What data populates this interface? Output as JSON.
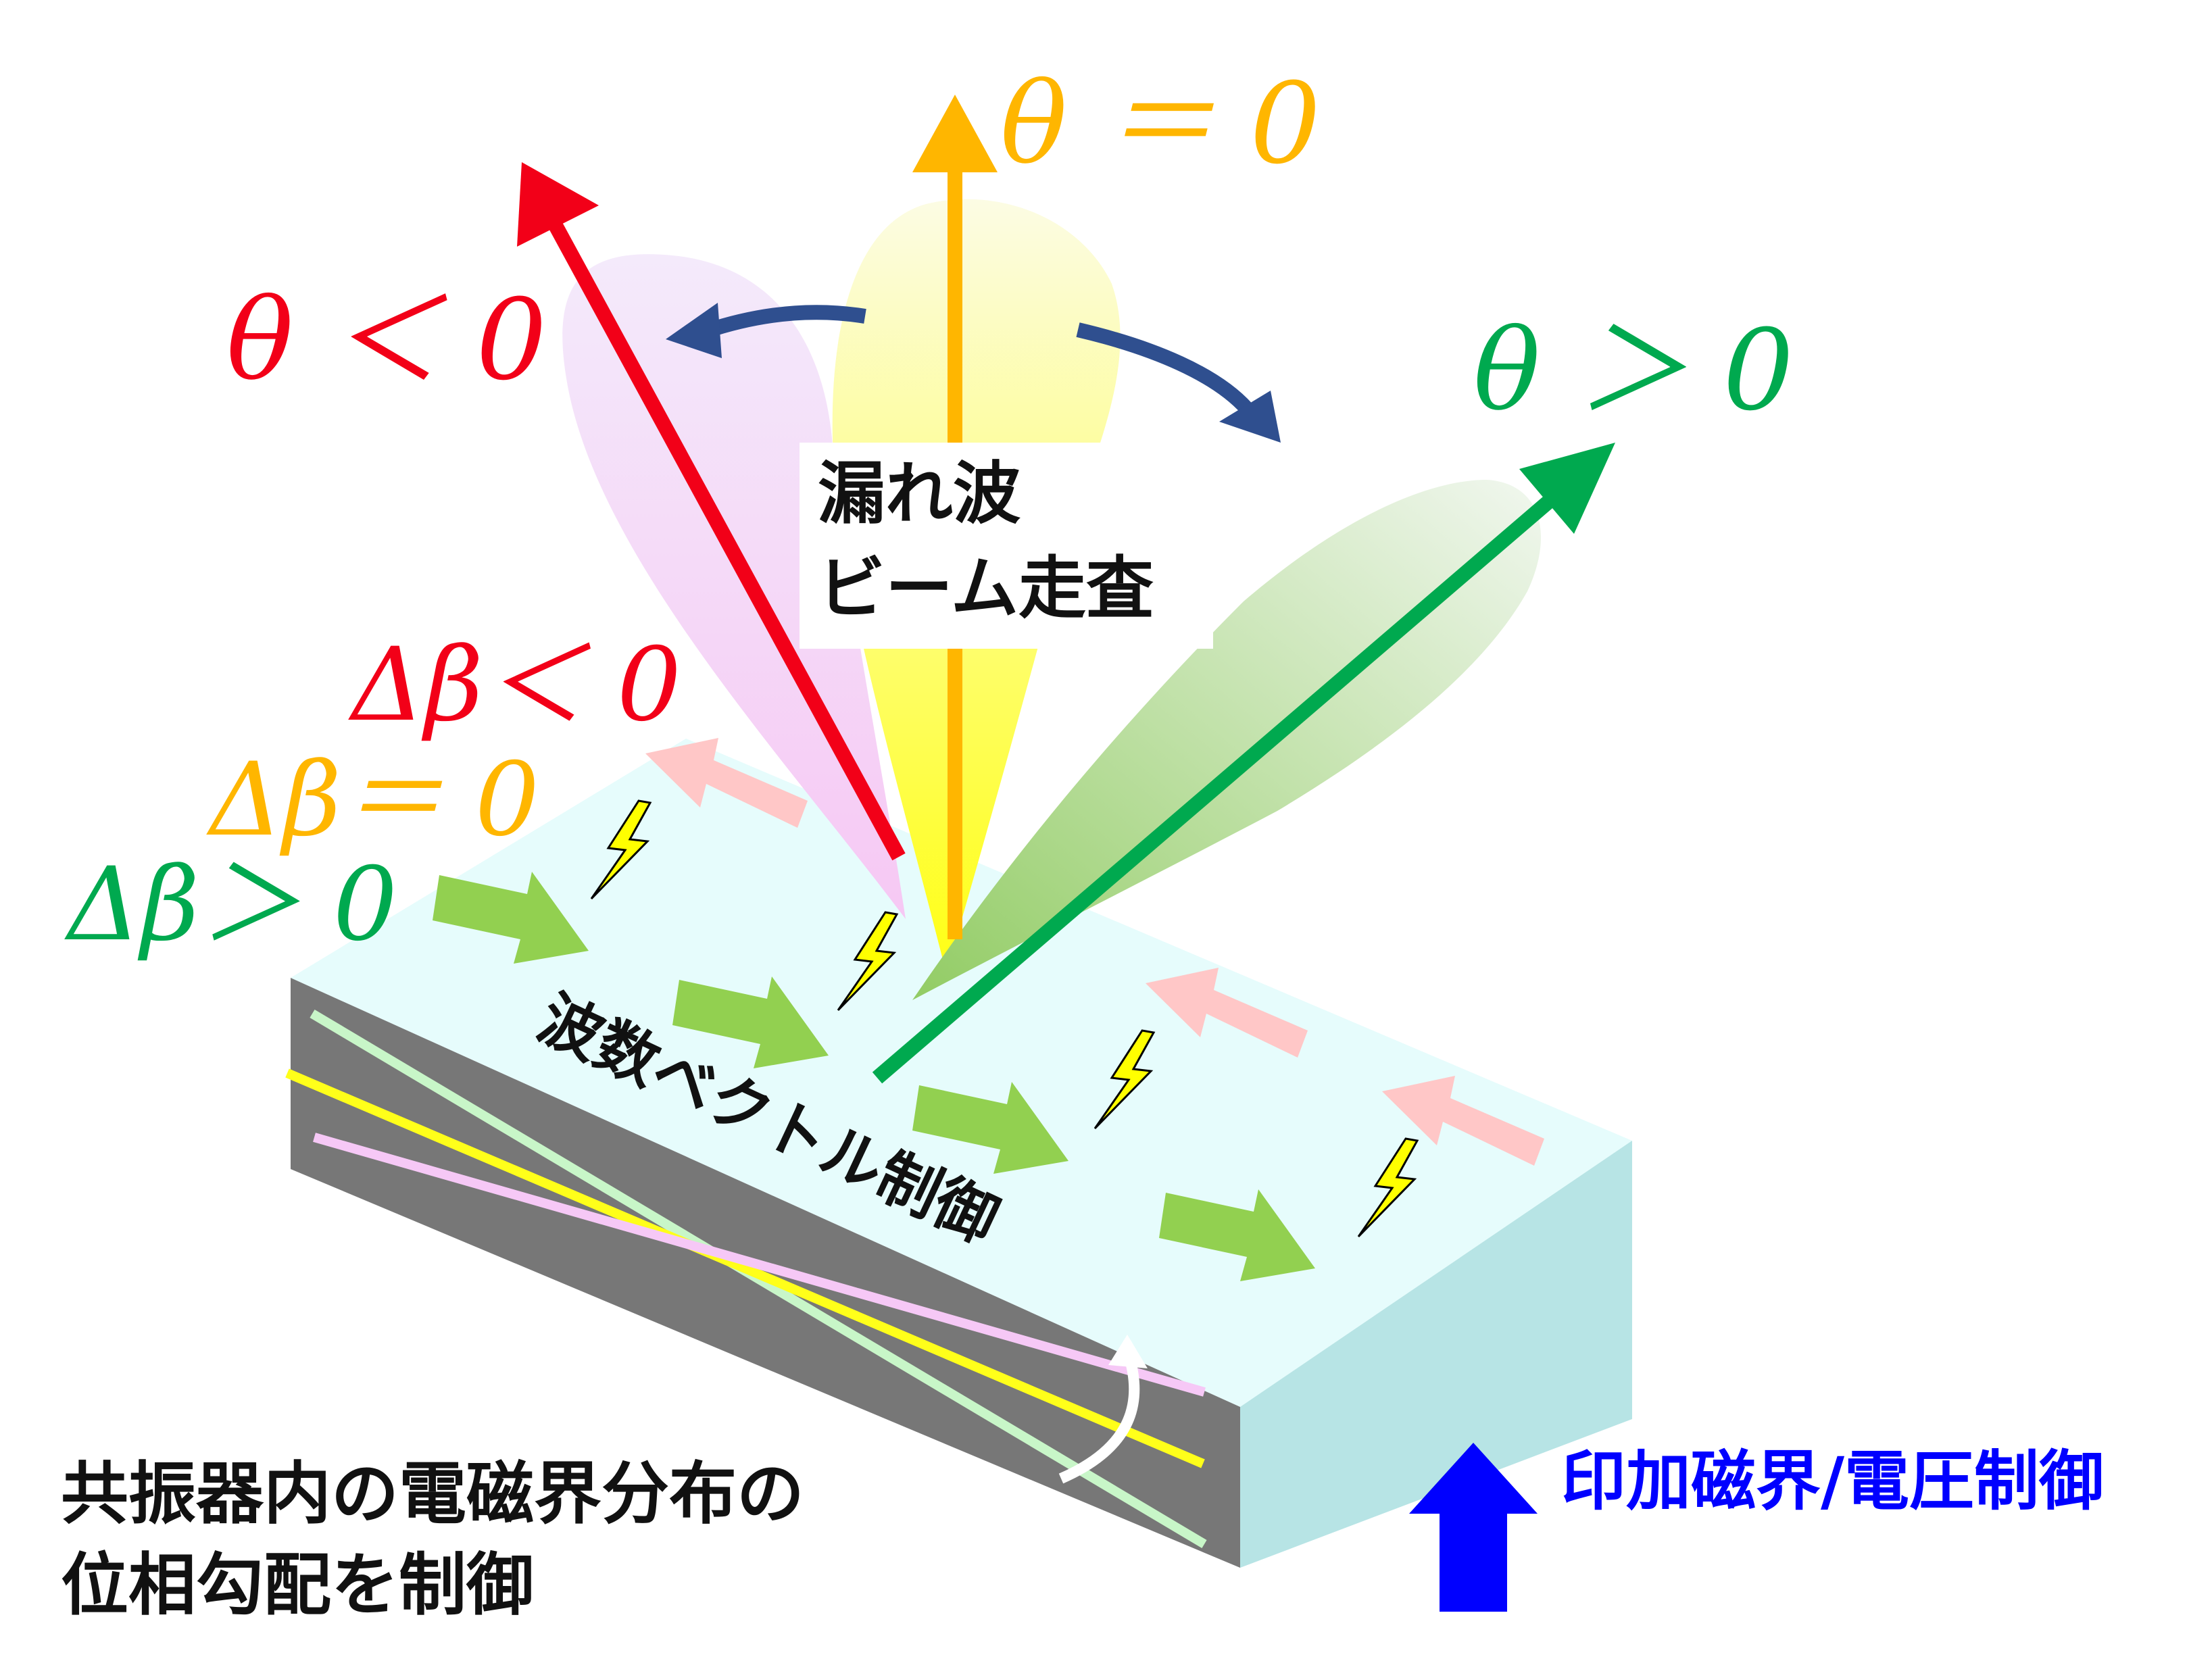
{
  "labels": {
    "theta_zero": "θ ＝ 0",
    "theta_neg": "θ ＜ 0",
    "theta_pos": "θ ＞ 0",
    "beam_line1": "漏れ波",
    "beam_line2": "ビーム走査",
    "dbeta_neg": "Δβ＜ 0",
    "dbeta_zero": "Δβ＝ 0",
    "dbeta_pos": "Δβ＞ 0",
    "wavevector": "波数ベクトル制御",
    "bottom_line1": "共振器内の電磁界分布の",
    "bottom_line2": "位相勾配を制御",
    "control": "印加磁界/電圧制御"
  },
  "colors": {
    "red": "#f20018",
    "orange": "#ffb600",
    "green": "#00a94f",
    "blue_text": "#0000ff",
    "navy_arrow": "#2f4f8f",
    "green_arrow": "#92d050",
    "pink_arrow": "#ffc7c7",
    "slab_top": "#e6fcfc",
    "slab_front": "#777777",
    "slab_side": "#b7e4e5",
    "lightning": "#ffff00"
  }
}
